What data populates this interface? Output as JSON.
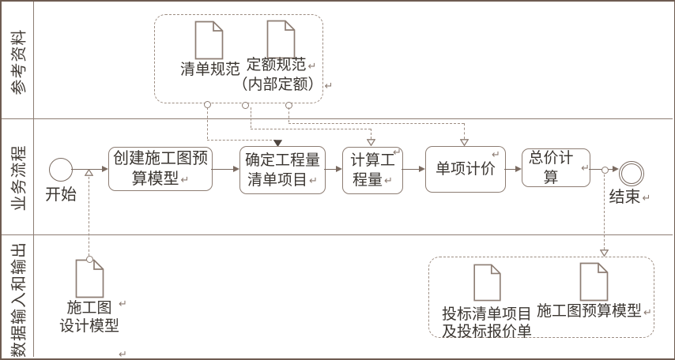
{
  "diagram": {
    "lanes": [
      {
        "label": "参考资料"
      },
      {
        "label": "业务流程"
      },
      {
        "label": "数据输入和输出"
      }
    ],
    "reference_materials": {
      "doc_list_spec": "清单规范",
      "doc_quota_spec": "定额规范",
      "doc_quota_spec_note": "（内部定额）"
    },
    "process": {
      "start_label": "开始",
      "end_label": "结束",
      "steps": [
        {
          "lines": [
            "创建施工图预",
            "算模型"
          ]
        },
        {
          "lines": [
            "确定工程量",
            "清单项目"
          ]
        },
        {
          "lines": [
            "计算工",
            "程量"
          ]
        },
        {
          "lines": [
            "单项计价"
          ]
        },
        {
          "lines": [
            "总价计算"
          ]
        }
      ]
    },
    "data_io": {
      "input_doc": {
        "lines": [
          "施工图",
          "设计模型"
        ]
      },
      "output_doc_bid": {
        "lines": [
          "投标清单项目",
          "及投标报价单"
        ]
      },
      "output_doc_model": "施工图预算模型"
    },
    "paragraph_mark": "↵",
    "colors": {
      "frame_border": "#6e5c51",
      "line": "#7b6b61",
      "dashed_line": "#9d8d82",
      "box_border": "#8d7d73",
      "text": "#3a3530",
      "filled_arrowhead": "#4e453f"
    }
  }
}
